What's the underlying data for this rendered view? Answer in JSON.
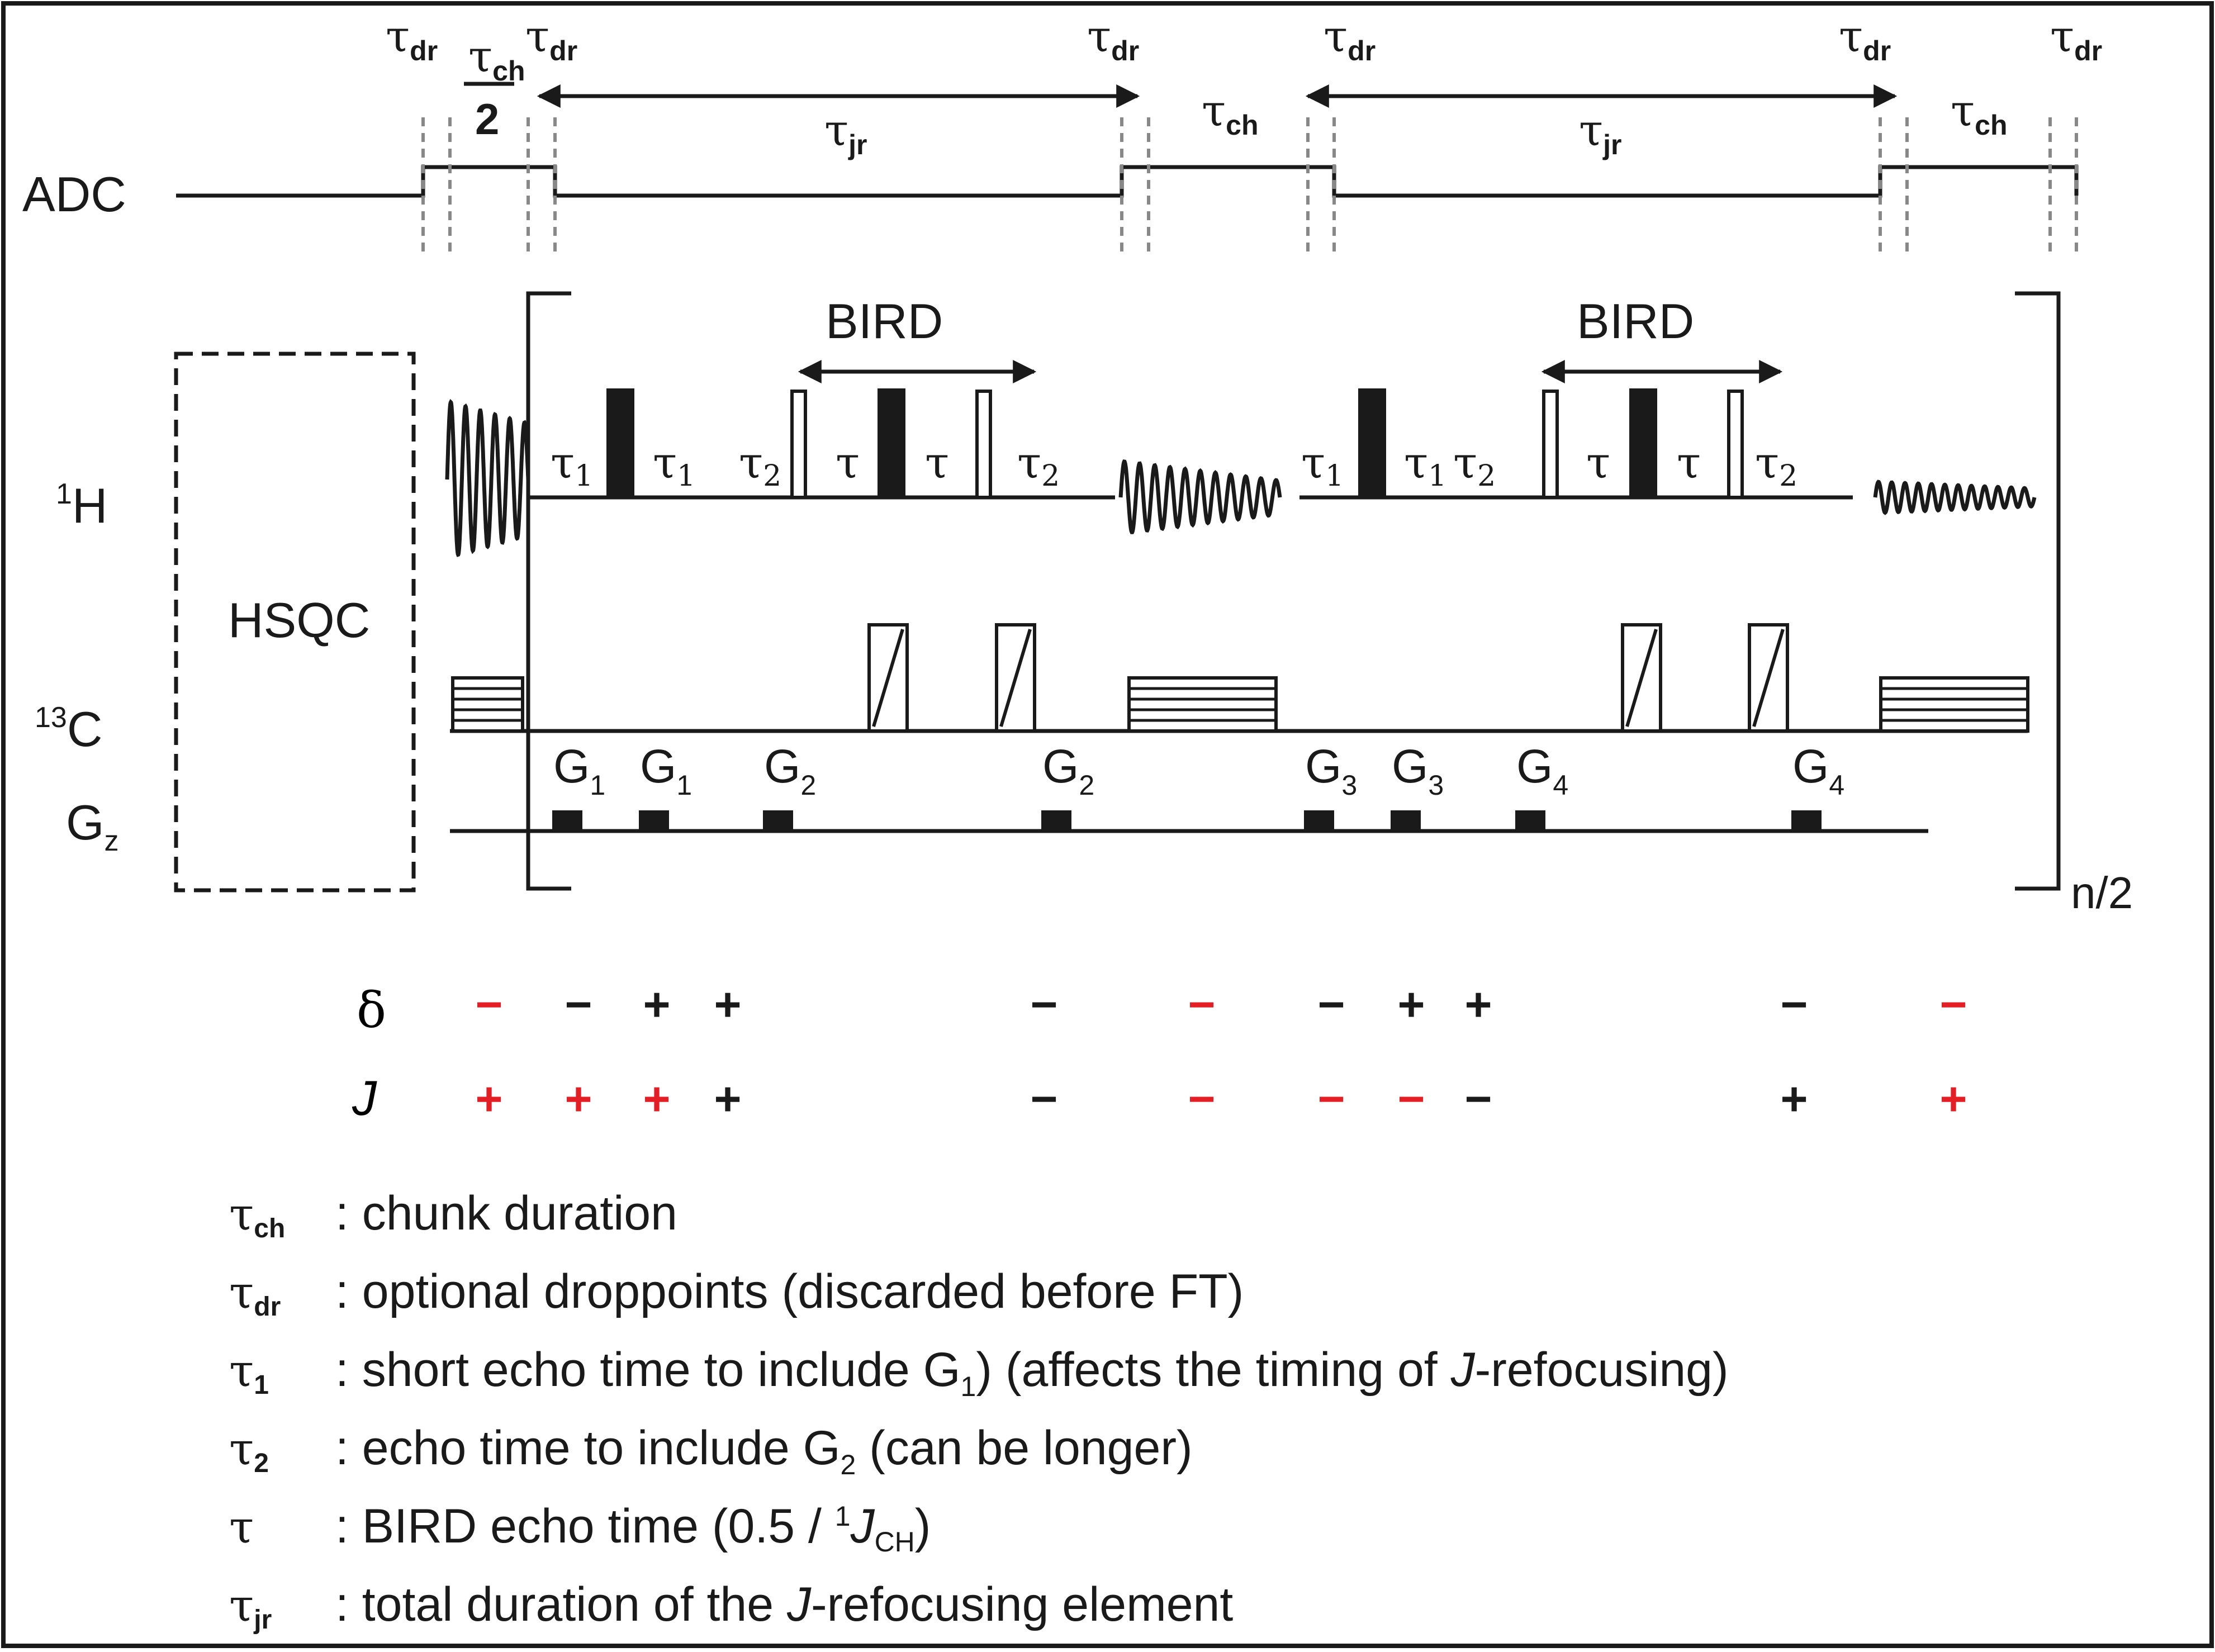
{
  "channels": {
    "adc": "ADC",
    "h1_sup": "1",
    "h1": "H",
    "c13_sup": "13",
    "c13": "C",
    "gz": "G",
    "gz_sub": "z"
  },
  "blocks": {
    "hsqc": "HSQC",
    "bird": "BIRD",
    "loop": "n/2"
  },
  "symbols": {
    "tau": "τ",
    "dr": "dr",
    "ch": "ch",
    "jr": "jr",
    "two": "2",
    "one": "1",
    "half_den": "2"
  },
  "gradients": {
    "g": "G",
    "subs": [
      "1",
      "1",
      "2",
      "2",
      "3",
      "3",
      "4",
      "4"
    ]
  },
  "signs": {
    "delta_label": "δ",
    "j_label": "J",
    "delta_row": [
      "−",
      "−",
      "+",
      "+",
      "−",
      "−",
      "−",
      "+",
      "+",
      "−",
      "−"
    ],
    "j_row": [
      "+",
      "+",
      "+",
      "+",
      "−",
      "−",
      "−",
      "−",
      "−",
      "+",
      "+"
    ],
    "red": "#e31e24",
    "black": "#1a1a1a"
  },
  "legend": [
    {
      "sym": "τ",
      "sub": "ch",
      "text": ": chunk duration"
    },
    {
      "sym": "τ",
      "sub": "dr",
      "text": ": optional droppoints (discarded before FT)"
    },
    {
      "sym": "τ",
      "sub": "1",
      "pre": ": short echo time to include G",
      "psub": "1",
      "post": ") (affects the timing of ",
      "ital": "J",
      "post2": "-refocusing)"
    },
    {
      "sym": "τ",
      "sub": "2",
      "pre": ": echo time to include G",
      "psub": "2",
      "post": " (can be longer)"
    },
    {
      "sym": "τ",
      "sub": "",
      "pre": ": BIRD echo time (0.5 / ",
      "sup": "1",
      "ital": "J",
      "isub": "CH",
      "post": ")"
    },
    {
      "sym": "τ",
      "sub": "jr",
      "pre": ": total duration of the ",
      "ital": "J",
      "post": "-refocusing element"
    }
  ]
}
